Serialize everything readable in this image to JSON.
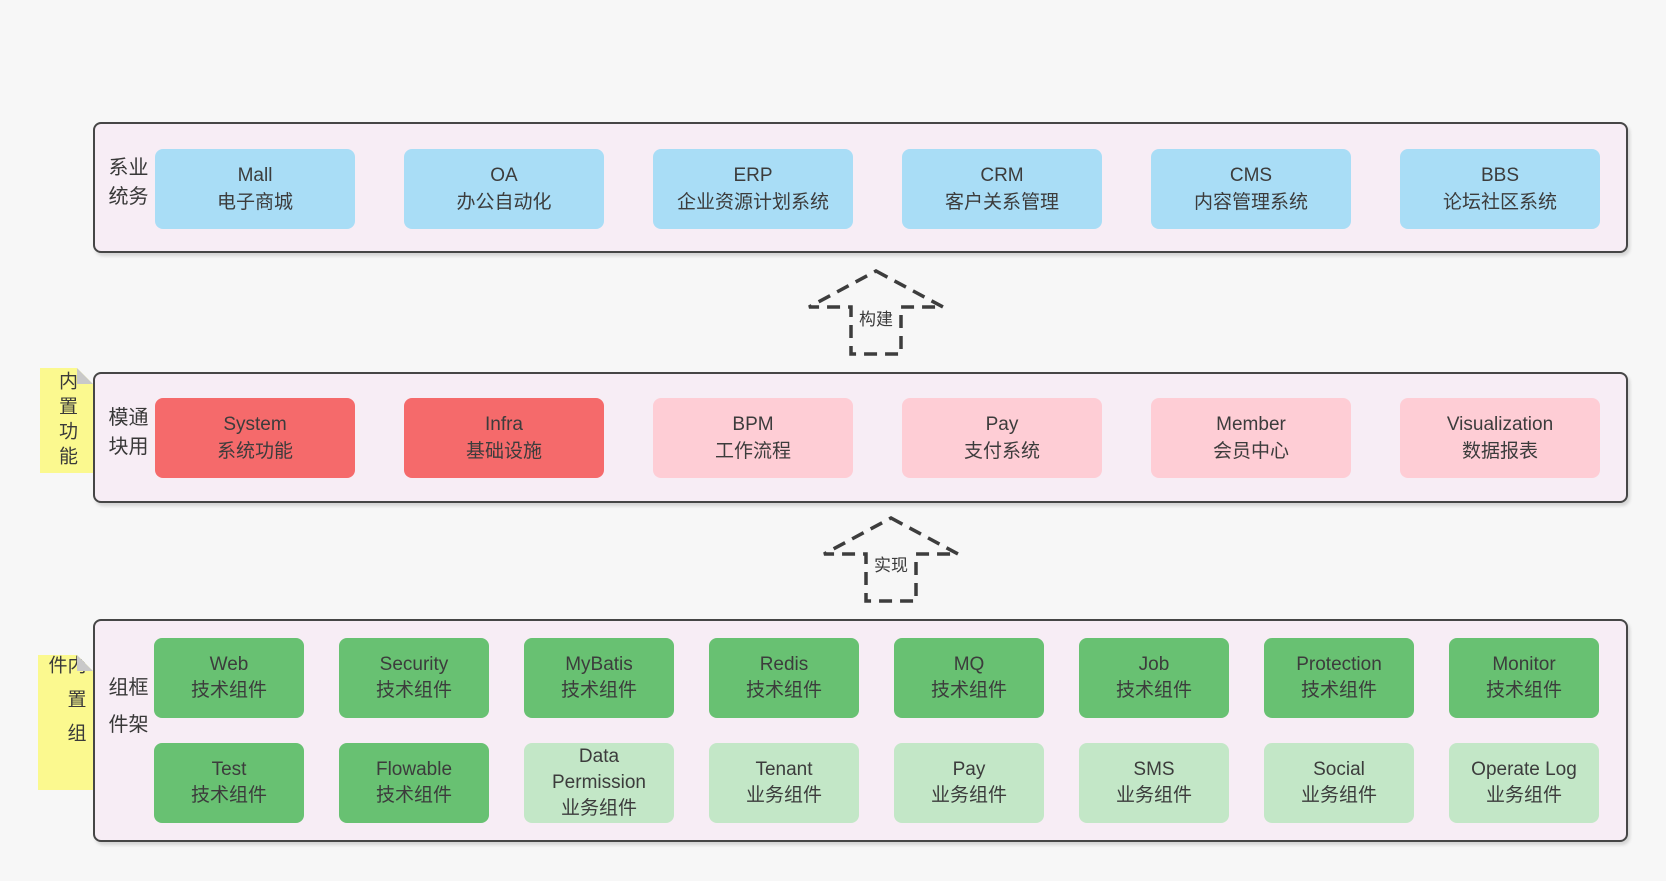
{
  "colors": {
    "page_bg": "#f7f7f7",
    "panel_bg": "#f7edf5",
    "panel_border": "#464646",
    "text": "#3d3d3d",
    "blue": "#a9ddf6",
    "red": "#f56a6b",
    "pink": "#fecdd5",
    "green_dark": "#68c172",
    "green_light": "#c3e7c7",
    "note_bg": "#fbf98f",
    "note_fold": "#c9c9c9"
  },
  "arrows": [
    {
      "label": "构建"
    },
    {
      "label": "实现"
    }
  ],
  "sections": [
    {
      "key": "business",
      "side_label": "业务系统",
      "rows": [
        [
          {
            "title": "Mall",
            "subtitle": "电子商城",
            "variant": "blue"
          },
          {
            "title": "OA",
            "subtitle": "办公自动化",
            "variant": "blue"
          },
          {
            "title": "ERP",
            "subtitle": "企业资源计划系统",
            "variant": "blue"
          },
          {
            "title": "CRM",
            "subtitle": "客户关系管理",
            "variant": "blue"
          },
          {
            "title": "CMS",
            "subtitle": "内容管理系统",
            "variant": "blue"
          },
          {
            "title": "BBS",
            "subtitle": "论坛社区系统",
            "variant": "blue"
          }
        ]
      ]
    },
    {
      "key": "modules",
      "side_label": "通用模块",
      "note": "内置功能",
      "rows": [
        [
          {
            "title": "System",
            "subtitle": "系统功能",
            "variant": "red"
          },
          {
            "title": "Infra",
            "subtitle": "基础设施",
            "variant": "red"
          },
          {
            "title": "BPM",
            "subtitle": "工作流程",
            "variant": "pink"
          },
          {
            "title": "Pay",
            "subtitle": "支付系统",
            "variant": "pink"
          },
          {
            "title": "Member",
            "subtitle": "会员中心",
            "variant": "pink"
          },
          {
            "title": "Visualization",
            "subtitle": "数据报表",
            "variant": "pink"
          }
        ]
      ]
    },
    {
      "key": "components",
      "side_label": "框架组件",
      "note": "内置组件",
      "rows": [
        [
          {
            "title": "Web",
            "subtitle": "技术组件",
            "variant": "green_dark"
          },
          {
            "title": "Security",
            "subtitle": "技术组件",
            "variant": "green_dark"
          },
          {
            "title": "MyBatis",
            "subtitle": "技术组件",
            "variant": "green_dark"
          },
          {
            "title": "Redis",
            "subtitle": "技术组件",
            "variant": "green_dark"
          },
          {
            "title": "MQ",
            "subtitle": "技术组件",
            "variant": "green_dark"
          },
          {
            "title": "Job",
            "subtitle": "技术组件",
            "variant": "green_dark"
          },
          {
            "title": "Protection",
            "subtitle": "技术组件",
            "variant": "green_dark"
          },
          {
            "title": "Monitor",
            "subtitle": "技术组件",
            "variant": "green_dark"
          }
        ],
        [
          {
            "title": "Test",
            "subtitle": "技术组件",
            "variant": "green_dark"
          },
          {
            "title": "Flowable",
            "subtitle": "技术组件",
            "variant": "green_dark"
          },
          {
            "title": "Data Permission",
            "subtitle": "业务组件",
            "variant": "green_light"
          },
          {
            "title": "Tenant",
            "subtitle": "业务组件",
            "variant": "green_light"
          },
          {
            "title": "Pay",
            "subtitle": "业务组件",
            "variant": "green_light"
          },
          {
            "title": "SMS",
            "subtitle": "业务组件",
            "variant": "green_light"
          },
          {
            "title": "Social",
            "subtitle": "业务组件",
            "variant": "green_light"
          },
          {
            "title": "Operate Log",
            "subtitle": "业务组件",
            "variant": "green_light"
          }
        ]
      ]
    }
  ]
}
